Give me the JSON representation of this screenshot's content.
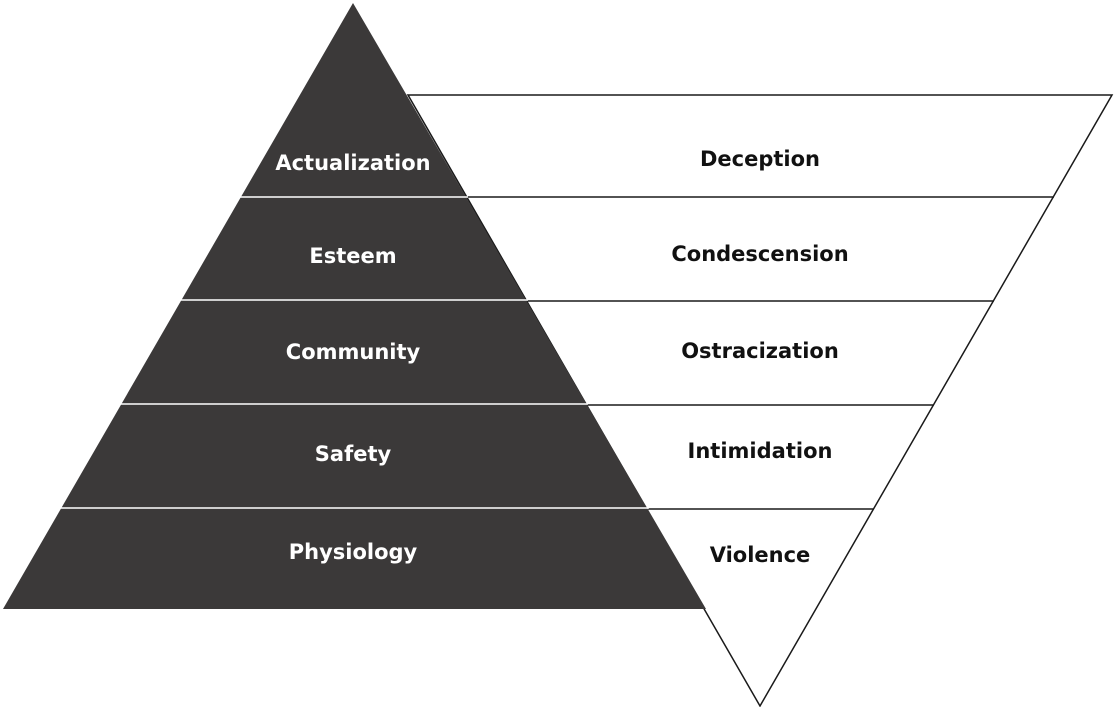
{
  "pyramid": {
    "fill_color": "#3b3939",
    "divider_color": "#ffffff",
    "levels": [
      {
        "label": "Actualization"
      },
      {
        "label": "Esteem"
      },
      {
        "label": "Community"
      },
      {
        "label": "Safety"
      },
      {
        "label": "Physiology"
      }
    ]
  },
  "inverted_pyramid": {
    "fill_color": "#ffffff",
    "stroke_color": "#1a1a1a",
    "levels": [
      {
        "label": "Deception"
      },
      {
        "label": "Condescension"
      },
      {
        "label": "Ostracization"
      },
      {
        "label": "Intimidation"
      },
      {
        "label": "Violence"
      }
    ]
  }
}
